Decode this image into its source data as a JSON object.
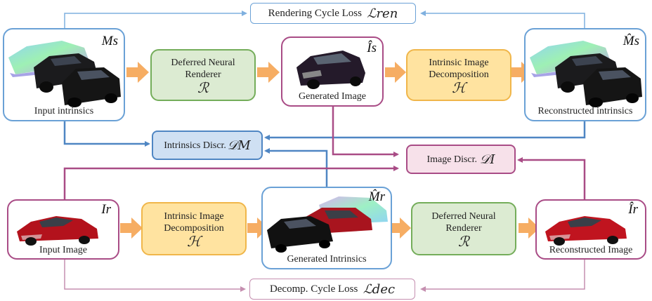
{
  "losses": {
    "rendering": {
      "label": "Rendering Cycle Loss",
      "symbol": "ℒren"
    },
    "decomp": {
      "label": "Decomp. Cycle Loss",
      "symbol": "ℒdec"
    }
  },
  "top_row": {
    "input_intrinsics": {
      "symbol": "Ms",
      "caption": "Input intrinsics"
    },
    "renderer": {
      "label": "Deferred Neural Renderer",
      "symbol": "ℛ"
    },
    "generated_image": {
      "symbol": "Îs",
      "caption": "Generated Image"
    },
    "decomposition": {
      "label": "Intrinsic Image Decomposition",
      "symbol": "ℋ"
    },
    "reconstructed_intrinsics": {
      "symbol": "M̂s",
      "caption": "Reconstructed intrinsics"
    }
  },
  "discriminators": {
    "intrinsics": {
      "label": "Intrinsics Discr.",
      "symbol": "𝒟M"
    },
    "image": {
      "label": "Image Discr.",
      "symbol": "𝒟I"
    }
  },
  "bottom_row": {
    "input_image": {
      "symbol": "Ir",
      "caption": "Input Image"
    },
    "decomposition": {
      "label": "Intrinsic Image Decomposition",
      "symbol": "ℋ"
    },
    "generated_intrinsics": {
      "symbol": "M̂r",
      "caption": "Generated Intrinsics"
    },
    "renderer": {
      "label": "Deferred Neural Renderer",
      "symbol": "ℛ"
    },
    "reconstructed_image": {
      "symbol": "Îr",
      "caption": "Reconstructed Image"
    }
  },
  "colors": {
    "blue_line": "#4f86c3",
    "pink_line": "#a94c86",
    "orange_arrow": "#f6ad63"
  }
}
